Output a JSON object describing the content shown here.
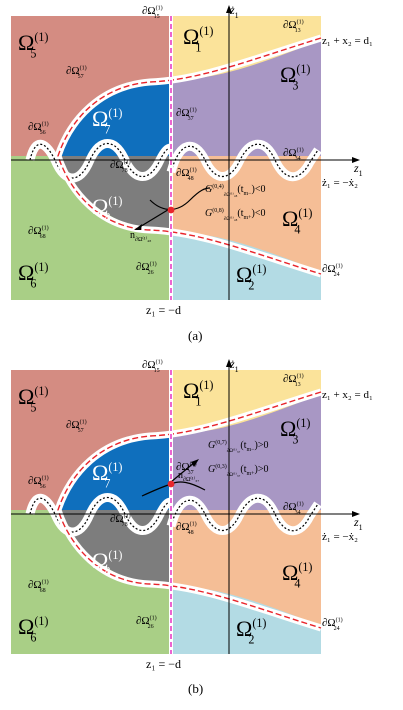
{
  "panels": [
    {
      "id": "a",
      "caption": "(a)",
      "domains": {
        "d1": {
          "base": "Ω",
          "sub": "1",
          "sup": "(1)"
        },
        "d2": {
          "base": "Ω",
          "sub": "2",
          "sup": "(1)"
        },
        "d3": {
          "base": "Ω",
          "sub": "3",
          "sup": "(1)"
        },
        "d4": {
          "base": "Ω",
          "sub": "4",
          "sup": "(1)"
        },
        "d5": {
          "base": "Ω",
          "sub": "5",
          "sup": "(1)"
        },
        "d6": {
          "base": "Ω",
          "sub": "6",
          "sup": "(1)"
        },
        "d7": {
          "base": "Ω",
          "sub": "7",
          "sup": "(1)"
        },
        "d8": {
          "base": "Ω",
          "sub": "8",
          "sup": "(1)"
        }
      },
      "boundaries": {
        "b15": {
          "base": "∂Ω",
          "sub": "15",
          "sup": "(1)"
        },
        "b13": {
          "base": "∂Ω",
          "sub": "13",
          "sup": "(1)"
        },
        "b57": {
          "base": "∂Ω",
          "sub": "57",
          "sup": "(1)"
        },
        "b37": {
          "base": "∂Ω",
          "sub": "37",
          "sup": "(1)"
        },
        "b56": {
          "base": "∂Ω",
          "sub": "56",
          "sup": "(1)"
        },
        "b78": {
          "base": "∂Ω",
          "sub": "78",
          "sup": "(1)"
        },
        "b48": {
          "base": "∂Ω",
          "sub": "48",
          "sup": "(1)"
        },
        "b34": {
          "base": "∂Ω",
          "sub": "34",
          "sup": "(1)"
        },
        "b68": {
          "base": "∂Ω",
          "sub": "68",
          "sup": "(1)"
        },
        "b26": {
          "base": "∂Ω",
          "sub": "26",
          "sup": "(1)"
        },
        "b24": {
          "base": "∂Ω",
          "sub": "24",
          "sup": "(1)"
        }
      },
      "axis_y": "ż",
      "axis_y_sub": "1",
      "axis_x": "z",
      "axis_x_sub": "1",
      "line_top": "z₁ + x₂ = d₁",
      "line_mid": "ż₁ = −ẋ₂",
      "line_vertical": "z₁ = −d",
      "normal_label": "n",
      "normal_sub": "∂Ω⁽¹⁾₄₈",
      "cond1_G": "G",
      "cond1_sup": "(0,4)",
      "cond1_sub": "∂Ω⁽¹⁾₄₈",
      "cond1_tail": "(t",
      "cond1_t": "m−",
      "cond1_end": ")<0",
      "cond2_G": "G",
      "cond2_sup": "(0,8)",
      "cond2_sub": "∂Ω⁽¹⁾₄₈",
      "cond2_tail": "(t",
      "cond2_t": "m+",
      "cond2_end": ")<0"
    },
    {
      "id": "b",
      "caption": "(b)",
      "domains": {
        "d1": {
          "base": "Ω",
          "sub": "1",
          "sup": "(1)"
        },
        "d2": {
          "base": "Ω",
          "sub": "2",
          "sup": "(1)"
        },
        "d3": {
          "base": "Ω",
          "sub": "3",
          "sup": "(1)"
        },
        "d4": {
          "base": "Ω",
          "sub": "4",
          "sup": "(1)"
        },
        "d5": {
          "base": "Ω",
          "sub": "5",
          "sup": "(1)"
        },
        "d6": {
          "base": "Ω",
          "sub": "6",
          "sup": "(1)"
        },
        "d7": {
          "base": "Ω",
          "sub": "7",
          "sup": "(1)"
        },
        "d8": {
          "base": "Ω",
          "sub": "8",
          "sup": "(1)"
        }
      },
      "boundaries": {
        "b15": {
          "base": "∂Ω",
          "sub": "15",
          "sup": "(1)"
        },
        "b13": {
          "base": "∂Ω",
          "sub": "13",
          "sup": "(1)"
        },
        "b57": {
          "base": "∂Ω",
          "sub": "57",
          "sup": "(1)"
        },
        "b37": {
          "base": "∂Ω",
          "sub": "37",
          "sup": "(1)"
        },
        "b56": {
          "base": "∂Ω",
          "sub": "56",
          "sup": "(1)"
        },
        "b78": {
          "base": "∂Ω",
          "sub": "78",
          "sup": "(1)"
        },
        "b48": {
          "base": "∂Ω",
          "sub": "48",
          "sup": "(1)"
        },
        "b34": {
          "base": "∂Ω",
          "sub": "34",
          "sup": "(1)"
        },
        "b68": {
          "base": "∂Ω",
          "sub": "68",
          "sup": "(1)"
        },
        "b26": {
          "base": "∂Ω",
          "sub": "26",
          "sup": "(1)"
        },
        "b24": {
          "base": "∂Ω",
          "sub": "24",
          "sup": "(1)"
        }
      },
      "axis_y": "ż",
      "axis_y_sub": "1",
      "axis_x": "z",
      "axis_x_sub": "1",
      "line_top": "z₁ + x₂ = d₁",
      "line_mid": "ż₁ = −ẋ₂",
      "line_vertical": "z₁ = −d",
      "normal_label": "n",
      "normal_sub": "∂Ω⁽¹⁾₃₇",
      "cond1_G": "G",
      "cond1_sup": "(0,7)",
      "cond1_sub": "∂Ω⁽¹⁾₃₇",
      "cond1_tail": "(t",
      "cond1_t": "m−",
      "cond1_end": ")>0",
      "cond2_G": "G",
      "cond2_sup": "(0,3)",
      "cond2_sub": "∂Ω⁽¹⁾₃₇",
      "cond2_tail": "(t",
      "cond2_t": "m+",
      "cond2_end": ")>0"
    }
  ],
  "colors": {
    "omega1": "#fbe39a",
    "omega2": "#b3dbe4",
    "omega3": "#a897c4",
    "omega4": "#f5be96",
    "omega5": "#d48c82",
    "omega6": "#a9cf86",
    "omega7": "#0f6fbd",
    "omega8": "#7d7d7d",
    "boundary_dash": "#e8252b",
    "vertical_dash": "#e83ec4",
    "point": "#e8252b"
  }
}
